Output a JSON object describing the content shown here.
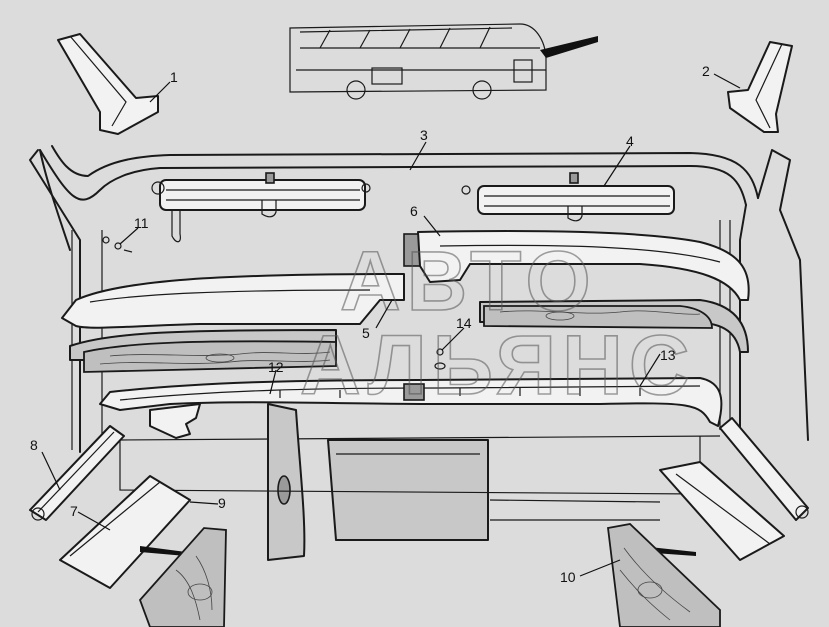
{
  "callouts": [
    {
      "id": "c1",
      "label": "1"
    },
    {
      "id": "c2",
      "label": "2"
    },
    {
      "id": "c3",
      "label": "3"
    },
    {
      "id": "c4",
      "label": "4"
    },
    {
      "id": "c5",
      "label": "5"
    },
    {
      "id": "c6",
      "label": "6"
    },
    {
      "id": "c7",
      "label": "7"
    },
    {
      "id": "c8",
      "label": "8"
    },
    {
      "id": "c9",
      "label": "9"
    },
    {
      "id": "c10",
      "label": "10"
    },
    {
      "id": "c11",
      "label": "11"
    },
    {
      "id": "c12",
      "label": "12"
    },
    {
      "id": "c13",
      "label": "13"
    },
    {
      "id": "c14",
      "label": "14"
    }
  ],
  "watermark": {
    "line1": "АВТО",
    "line2": "АЛЬЯНС"
  }
}
